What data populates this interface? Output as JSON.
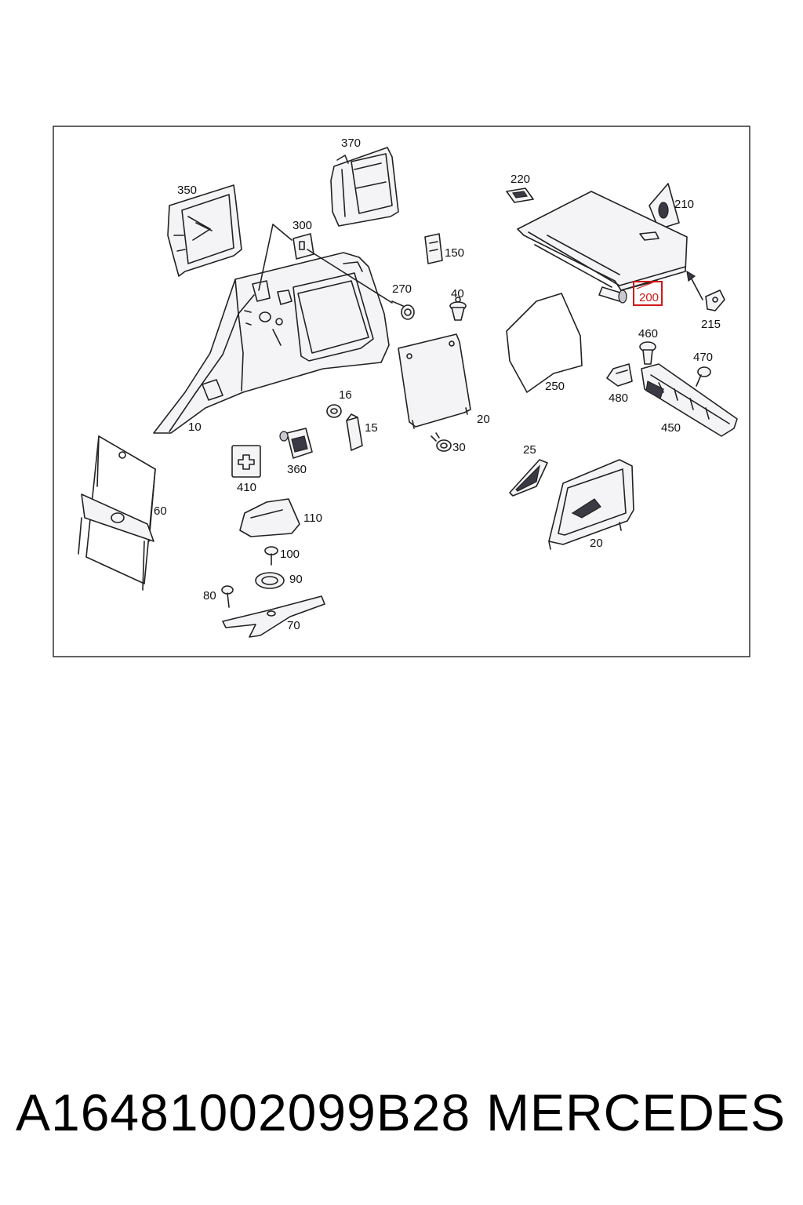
{
  "footer": {
    "part_number": "A16481002099B28",
    "brand": "MERCEDES"
  },
  "diagram": {
    "highlighted_part": "200",
    "highlight_color": "#d01818",
    "callouts": {
      "c10": "10",
      "c15": "15",
      "c16": "16",
      "c20a": "20",
      "c20b": "20",
      "c25": "25",
      "c30": "30",
      "c40": "40",
      "c60": "60",
      "c70": "70",
      "c80": "80",
      "c90": "90",
      "c100": "100",
      "c110": "110",
      "c150": "150",
      "c200": "200",
      "c210": "210",
      "c215": "215",
      "c220": "220",
      "c250": "250",
      "c270": "270",
      "c300": "300",
      "c350": "350",
      "c360": "360",
      "c370": "370",
      "c410": "410",
      "c450": "450",
      "c460": "460",
      "c470": "470",
      "c480": "480"
    }
  }
}
